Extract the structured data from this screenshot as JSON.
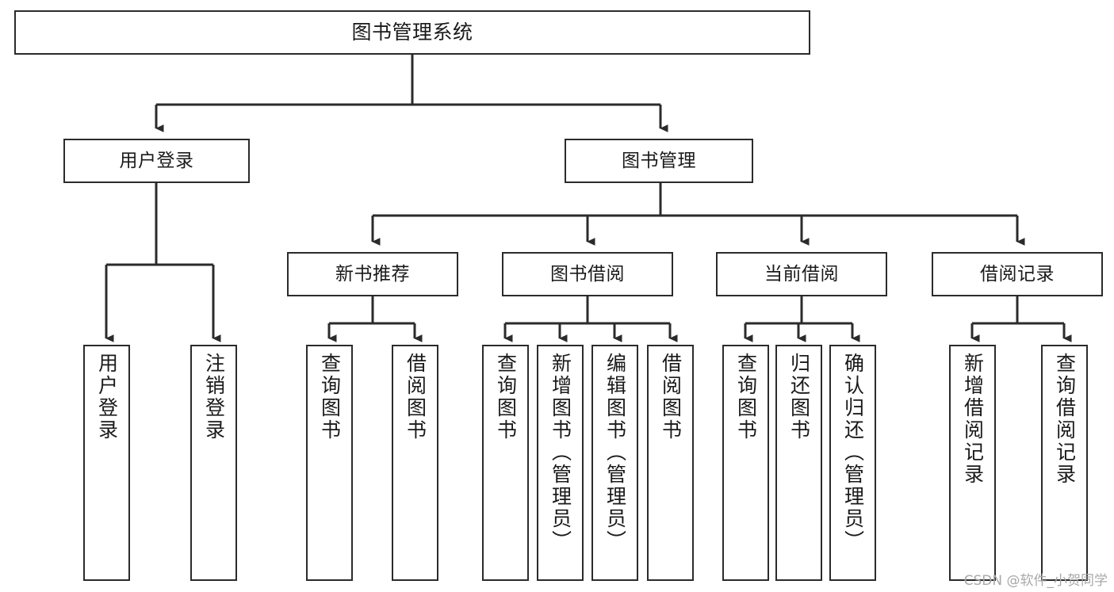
{
  "diagram": {
    "title": "图书管理系统",
    "type": "tree",
    "root": {
      "id": "root",
      "label": "图书管理系统"
    },
    "level1": [
      {
        "id": "user-login",
        "label": "用户登录"
      },
      {
        "id": "book-manage",
        "label": "图书管理"
      }
    ],
    "level2": [
      {
        "id": "new-book-rec",
        "label": "新书推荐",
        "parent": "book-manage"
      },
      {
        "id": "book-borrow",
        "label": "图书借阅",
        "parent": "book-manage"
      },
      {
        "id": "current-borrow",
        "label": "当前借阅",
        "parent": "book-manage"
      },
      {
        "id": "borrow-record",
        "label": "借阅记录",
        "parent": "book-manage"
      }
    ],
    "leaves": [
      {
        "id": "leaf-user-login",
        "label": "用户登录",
        "parent": "user-login"
      },
      {
        "id": "leaf-logout",
        "label": "注销登录",
        "parent": "user-login"
      },
      {
        "id": "leaf-query-book-1",
        "label": "查询图书",
        "parent": "new-book-rec"
      },
      {
        "id": "leaf-borrow-book-1",
        "label": "借阅图书",
        "parent": "new-book-rec"
      },
      {
        "id": "leaf-query-book-2",
        "label": "查询图书",
        "parent": "book-borrow"
      },
      {
        "id": "leaf-add-book",
        "label": "新增图书（管理员）",
        "parent": "book-borrow"
      },
      {
        "id": "leaf-edit-book",
        "label": "编辑图书（管理员）",
        "parent": "book-borrow"
      },
      {
        "id": "leaf-borrow-book-2",
        "label": "借阅图书",
        "parent": "book-borrow"
      },
      {
        "id": "leaf-query-book-3",
        "label": "查询图书",
        "parent": "current-borrow"
      },
      {
        "id": "leaf-return-book",
        "label": "归还图书",
        "parent": "current-borrow"
      },
      {
        "id": "leaf-confirm-return",
        "label": "确认归还（管理员）",
        "parent": "current-borrow"
      },
      {
        "id": "leaf-add-record",
        "label": "新增借阅记录",
        "parent": "borrow-record"
      },
      {
        "id": "leaf-query-record",
        "label": "查询借阅记录",
        "parent": "borrow-record"
      }
    ]
  },
  "watermark": {
    "text": "CSDN @软件_小贺同学"
  },
  "colors": {
    "stroke": "#2b2b2b",
    "background": "#ffffff",
    "text": "#1a1a1a",
    "watermark": "#a8a8a8"
  }
}
